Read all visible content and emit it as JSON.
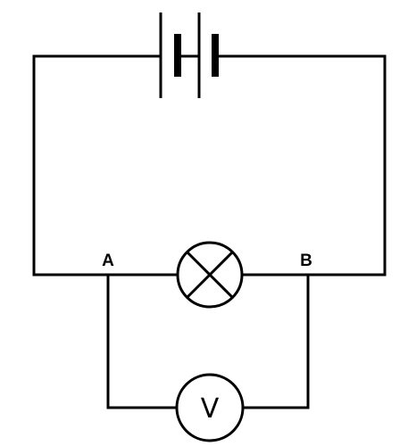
{
  "diagram": {
    "type": "circuit",
    "components": [
      {
        "id": "battery",
        "kind": "battery",
        "cells": 2
      },
      {
        "id": "lamp",
        "kind": "lamp",
        "between": [
          "A",
          "B"
        ]
      },
      {
        "id": "voltmeter",
        "kind": "voltmeter",
        "symbol": "V",
        "parallel_to": "lamp"
      }
    ],
    "nodes": {
      "a": {
        "label": "A"
      },
      "b": {
        "label": "B"
      }
    },
    "colors": {
      "stroke": "#000000",
      "background": "#ffffff"
    }
  }
}
